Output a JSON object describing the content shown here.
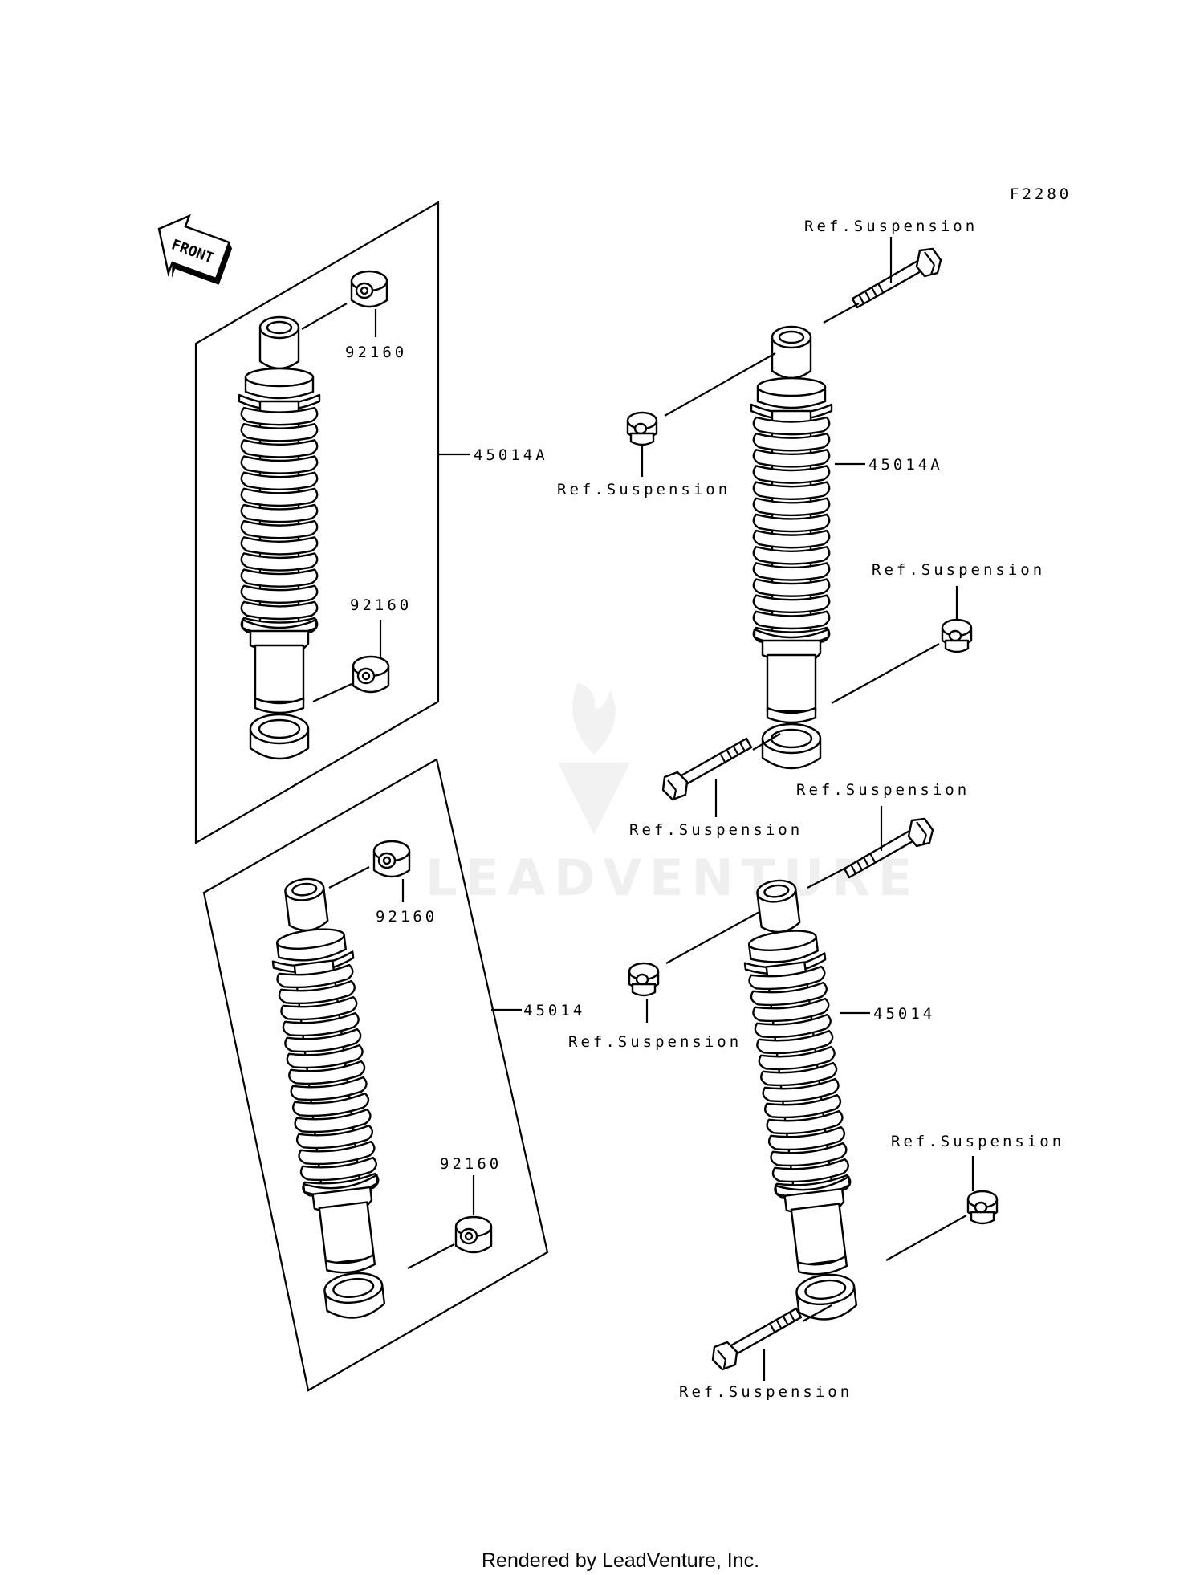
{
  "figure_code": "F2280",
  "front_label": "FRONT",
  "parts": {
    "shock_a": "45014A",
    "shock": "45014",
    "bushing": "92160"
  },
  "ref_label": "Ref.Suspension",
  "watermark": "LEADVENTURE",
  "footer": "Rendered by LeadVenture, Inc."
}
